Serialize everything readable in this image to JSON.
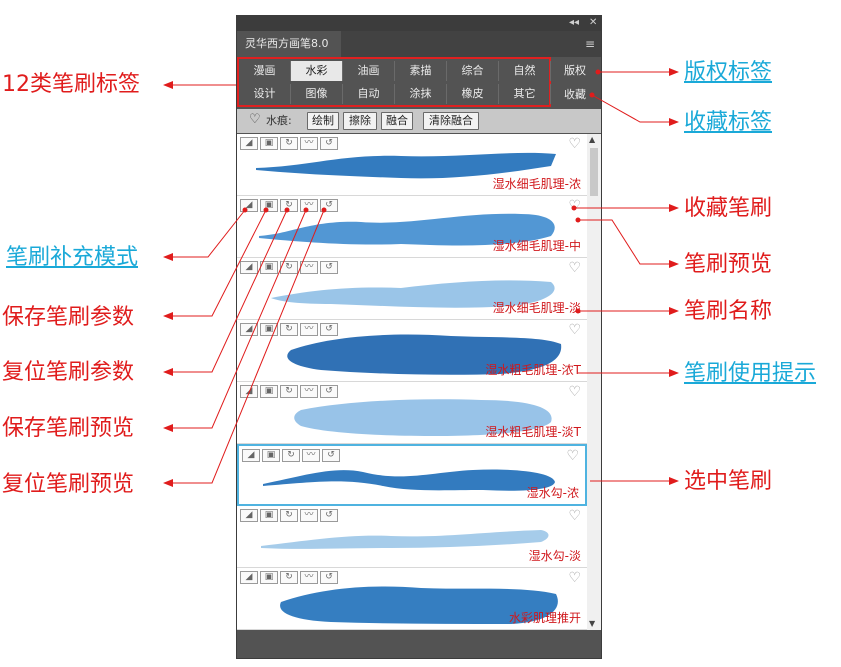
{
  "panel": {
    "title": "灵华西方画笔8.0",
    "controls": {
      "collapse": "◂◂",
      "close": "✕"
    },
    "menu_icon": "hamburger-menu-icon"
  },
  "categories": {
    "row1": [
      "漫画",
      "水彩",
      "油画",
      "素描",
      "综合",
      "自然"
    ],
    "row2": [
      "设计",
      "图像",
      "自动",
      "涂抹",
      "橡皮",
      "其它"
    ],
    "active": "水彩"
  },
  "side_tabs": {
    "copyright": "版权",
    "favorites": "收藏"
  },
  "toolbar": {
    "label": "水痕:",
    "buttons": [
      "绘制",
      "擦除",
      "融合",
      "清除融合"
    ]
  },
  "brushes": [
    {
      "name": "湿水细毛肌理-浓",
      "color": "#1d6db8",
      "selected": false
    },
    {
      "name": "湿水细毛肌理-中",
      "color": "#3f8ccf",
      "selected": false
    },
    {
      "name": "湿水细毛肌理-淡",
      "color": "#8fbfe6",
      "selected": false
    },
    {
      "name": "湿水粗毛肌理-浓T",
      "color": "#1a62ad",
      "selected": false
    },
    {
      "name": "湿水粗毛肌理-淡T",
      "color": "#8dbde5",
      "selected": false
    },
    {
      "name": "湿水勾-浓",
      "color": "#1d6db8",
      "selected": true
    },
    {
      "name": "湿水勾-淡",
      "color": "#9cc6e8",
      "selected": false
    },
    {
      "name": "水彩肌理推开",
      "color": "#1f70ba",
      "selected": false
    }
  ],
  "annotations": {
    "left": [
      "12类笔刷标签",
      "笔刷补充模式",
      "保存笔刷参数",
      "复位笔刷参数",
      "保存笔刷预览",
      "复位笔刷预览"
    ],
    "right": [
      "版权标签",
      "收藏标签",
      "收藏笔刷",
      "笔刷预览",
      "笔刷名称",
      "笔刷使用提示",
      "选中笔刷"
    ]
  },
  "colors": {
    "annotation": "#e01c1c",
    "link": "#1aa9d8",
    "selection": "#4fb3e0",
    "brush_name": "#d0181c"
  }
}
